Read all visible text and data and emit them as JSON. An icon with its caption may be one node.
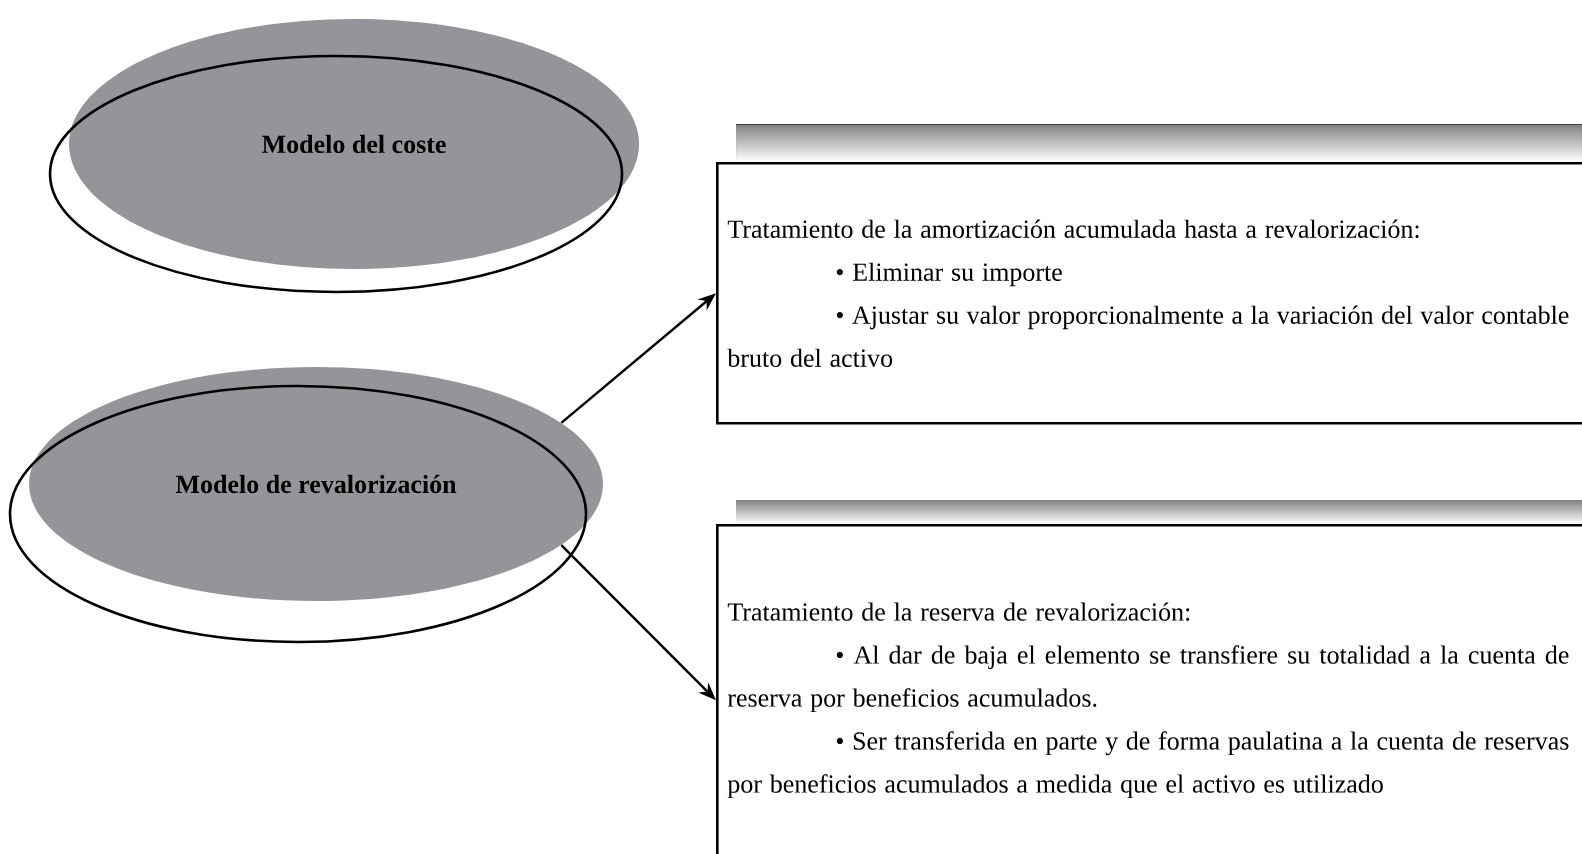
{
  "diagram": {
    "nodes": [
      {
        "text": [
          "Modelo del coste"
        ]
      },
      {
        "text": [
          "Modelo de revalorización"
        ]
      },
      {
        "text": [
          "Tratamiento de la amortización acumulada hasta a revalorización:",
          "• Eliminar su importe",
          "• Ajustar su valor proporcionalmente a la variación del valor contable bruto del activo"
        ]
      },
      {
        "text": [
          "Tratamiento de la reserva de revalorización:",
          "• Al dar de baja el elemento se transfiere su totalidad a la cuenta de reserva por beneficios acumulados.",
          "• Ser transferida en parte y de forma paulatina a la cuenta de reservas por beneficios acumulados a medida que el activo es utilizado"
        ]
      }
    ],
    "edges": [
      {
        "from": 1,
        "to": 2,
        "arrow": "to"
      },
      {
        "from": 1,
        "to": 3,
        "arrow": "to"
      }
    ]
  }
}
